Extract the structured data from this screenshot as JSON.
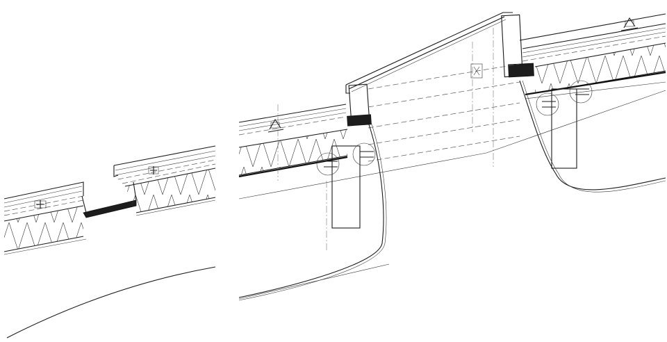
{
  "figure": {
    "description_visible_text": "",
    "panels": [
      {
        "id": "left",
        "kind": "roof-section-gutter"
      },
      {
        "id": "right",
        "kind": "roof-section-skylight"
      }
    ]
  },
  "palette": {
    "line": "#1a1a1a",
    "fill_dark": "#1d1d1d",
    "background": "#ffffff"
  }
}
